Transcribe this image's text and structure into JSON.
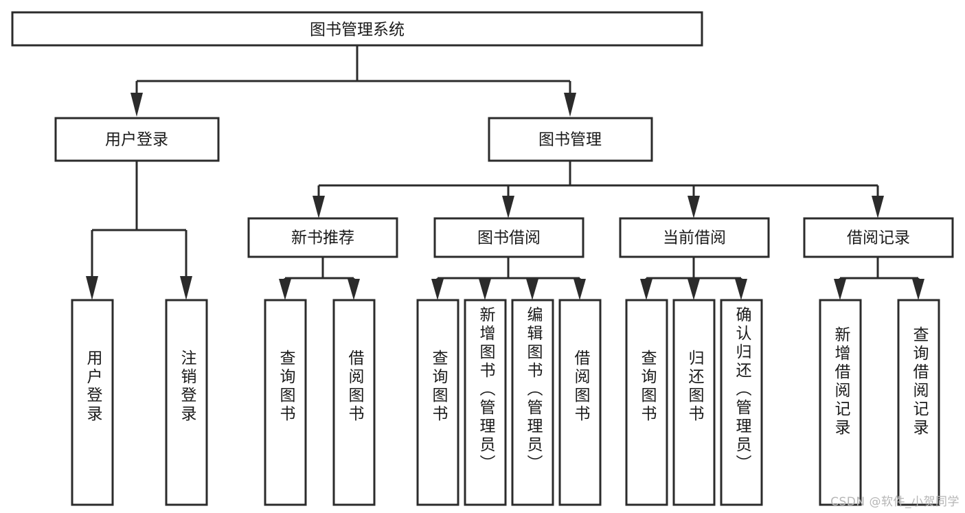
{
  "diagram": {
    "type": "tree-hierarchy",
    "title": "图书管理系统",
    "root": {
      "id": "root",
      "label": "图书管理系统",
      "orientation": "horizontal"
    },
    "level2": [
      {
        "id": "user-login",
        "label": "用户登录",
        "orientation": "horizontal"
      },
      {
        "id": "book-manage",
        "label": "图书管理",
        "orientation": "horizontal"
      }
    ],
    "level3": [
      {
        "id": "new-book-recommend",
        "label": "新书推荐",
        "orientation": "horizontal",
        "parent": "book-manage"
      },
      {
        "id": "book-borrow",
        "label": "图书借阅",
        "orientation": "horizontal",
        "parent": "book-manage"
      },
      {
        "id": "current-borrow",
        "label": "当前借阅",
        "orientation": "horizontal",
        "parent": "book-manage"
      },
      {
        "id": "borrow-record",
        "label": "借阅记录",
        "orientation": "horizontal",
        "parent": "book-manage"
      }
    ],
    "leaves": [
      {
        "id": "leaf-user-login",
        "label": "用户登录",
        "parent": "user-login",
        "orientation": "vertical"
      },
      {
        "id": "leaf-user-logout",
        "label": "注销登录",
        "parent": "user-login",
        "orientation": "vertical"
      },
      {
        "id": "leaf-query-book-1",
        "label": "查询图书",
        "parent": "new-book-recommend",
        "orientation": "vertical"
      },
      {
        "id": "leaf-borrow-book-1",
        "label": "借阅图书",
        "parent": "new-book-recommend",
        "orientation": "vertical"
      },
      {
        "id": "leaf-query-book-2",
        "label": "查询图书",
        "parent": "book-borrow",
        "orientation": "vertical"
      },
      {
        "id": "leaf-add-book",
        "label": "新增图书（管理员）",
        "parent": "book-borrow",
        "orientation": "vertical"
      },
      {
        "id": "leaf-edit-book",
        "label": "编辑图书（管理员）",
        "parent": "book-borrow",
        "orientation": "vertical"
      },
      {
        "id": "leaf-borrow-book-2",
        "label": "借阅图书",
        "parent": "book-borrow",
        "orientation": "vertical"
      },
      {
        "id": "leaf-query-book-3",
        "label": "查询图书",
        "parent": "current-borrow",
        "orientation": "vertical"
      },
      {
        "id": "leaf-return-book",
        "label": "归还图书",
        "parent": "current-borrow",
        "orientation": "vertical"
      },
      {
        "id": "leaf-confirm-return",
        "label": "确认归还（管理员）",
        "parent": "current-borrow",
        "orientation": "vertical"
      },
      {
        "id": "leaf-add-record",
        "label": "新增借阅记录",
        "parent": "borrow-record",
        "orientation": "vertical"
      },
      {
        "id": "leaf-query-record",
        "label": "查询借阅记录",
        "parent": "borrow-record",
        "orientation": "vertical"
      }
    ],
    "colors": {
      "stroke": "#2b2b2b",
      "fill": "#ffffff",
      "text": "#1a1a1a",
      "background": "#ffffff",
      "watermark": "#b6b6b6"
    }
  },
  "watermark": {
    "text": "CSDN @软件_小贺同学"
  }
}
